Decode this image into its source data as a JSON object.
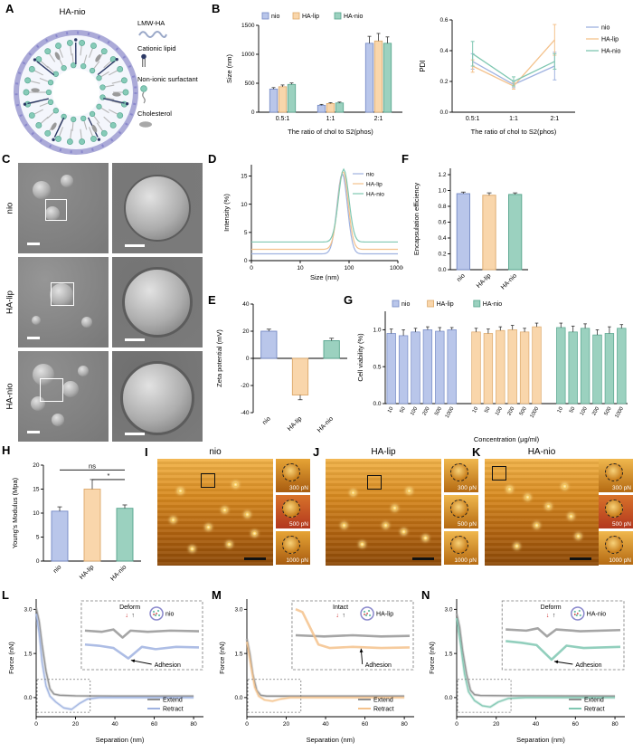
{
  "colors": {
    "nio_fill": "#b9c6ea",
    "nio_edge": "#7388c4",
    "nio_line": "#9fb2e0",
    "halip_fill": "#f9d6ab",
    "halip_edge": "#dca86a",
    "halip_line": "#f4c28c",
    "hanio_fill": "#9bd1bf",
    "hanio_edge": "#55a48c",
    "hanio_line": "#7fc7b1",
    "extend_line": "#8f8f8f"
  },
  "panels": {
    "A": {
      "label": "A",
      "title": "HA-nio",
      "legend": [
        "LMW-HA",
        "Cationic lipid",
        "Non-ionic surfactant",
        "Cholesterol"
      ]
    },
    "B": {
      "label": "B"
    },
    "C": {
      "label": "C",
      "rows": [
        "nio",
        "HA-lip",
        "HA-nio"
      ]
    },
    "D": {
      "label": "D"
    },
    "E": {
      "label": "E"
    },
    "F": {
      "label": "F"
    },
    "G": {
      "label": "G"
    },
    "H": {
      "label": "H"
    },
    "I": {
      "label": "I",
      "title": "nio",
      "insets": [
        "300 pN",
        "500 pN",
        "1000 pN"
      ]
    },
    "J": {
      "label": "J",
      "title": "HA-lip",
      "insets": [
        "300 pN",
        "500 pN",
        "1000 pN"
      ]
    },
    "K": {
      "label": "K",
      "title": "HA-nio",
      "insets": [
        "300 pN",
        "500 pN",
        "1000 pN"
      ]
    },
    "L": {
      "label": "L"
    },
    "M": {
      "label": "M"
    },
    "N": {
      "label": "N"
    }
  },
  "chart_data": [
    {
      "id": "chartB1",
      "type": "grouped_bar",
      "ylabel": "Size (nm)",
      "xlabel": "The ratio of chol to S2(phos)",
      "ylim": [
        0,
        1500
      ],
      "yticks": [
        0,
        500,
        1000,
        1500
      ],
      "ydp": null,
      "categories": [
        "0.5:1",
        "1:1",
        "2:1"
      ],
      "series": [
        {
          "name": "nio",
          "values": [
            400,
            120,
            1190
          ],
          "errors": [
            25,
            15,
            120
          ]
        },
        {
          "name": "HA-lip",
          "values": [
            440,
            150,
            1230
          ],
          "errors": [
            30,
            15,
            130
          ]
        },
        {
          "name": "HA-nio",
          "values": [
            480,
            160,
            1190
          ],
          "errors": [
            25,
            15,
            110
          ]
        }
      ]
    },
    {
      "id": "chartB2",
      "type": "line_points",
      "ylabel": "PDI",
      "xlabel": "The ratio of chol to S2(phos)",
      "ylim": [
        0,
        0.6
      ],
      "yticks": [
        0,
        0.2,
        0.4,
        0.6
      ],
      "ydp": 1,
      "categories": [
        "0.5:1",
        "1:1",
        "2:1"
      ],
      "series": [
        {
          "name": "nio",
          "values": [
            0.33,
            0.18,
            0.3
          ],
          "errors": [
            0.05,
            0.02,
            0.09
          ]
        },
        {
          "name": "HA-lip",
          "values": [
            0.3,
            0.17,
            0.47
          ],
          "errors": [
            0.04,
            0.02,
            0.1
          ]
        },
        {
          "name": "HA-nio",
          "values": [
            0.38,
            0.2,
            0.33
          ],
          "errors": [
            0.08,
            0.03,
            0.05
          ]
        }
      ]
    },
    {
      "id": "chartD",
      "type": "dls",
      "ylabel": "Intensity (%)",
      "xlabel": "Size (nm)",
      "ylim": [
        0,
        17
      ],
      "yticks": [
        0,
        5,
        10,
        15
      ],
      "ydp": null,
      "xticklabels": [
        "0",
        "10",
        "100",
        "10000"
      ],
      "series": [
        {
          "name": "nio",
          "baseline": 1.2,
          "amp": 14.2,
          "center": 0.62,
          "width": 0.05
        },
        {
          "name": "HA-lip",
          "baseline": 2.0,
          "amp": 13.8,
          "center": 0.625,
          "width": 0.05
        },
        {
          "name": "HA-nio",
          "baseline": 3.3,
          "amp": 12.9,
          "center": 0.63,
          "width": 0.05
        }
      ]
    },
    {
      "id": "chartE",
      "type": "bar",
      "ylabel": "Zeta potential (mV)",
      "ylim": [
        -40,
        40
      ],
      "yticks": [
        -40,
        -20,
        0,
        20,
        40
      ],
      "ydp": 0,
      "categories": [
        "nio",
        "HA-lip",
        "HA-nio"
      ],
      "values": [
        20,
        -27,
        13
      ],
      "errors": [
        1.5,
        3.5,
        1.8
      ]
    },
    {
      "id": "chartF",
      "type": "bar",
      "ylabel": "Encapsulation efficiency",
      "ylim": [
        0,
        1.28
      ],
      "yticks": [
        0,
        0.2,
        0.4,
        0.6,
        0.8,
        1.0,
        1.2
      ],
      "ydp": 1,
      "categories": [
        "nio",
        "HA-lip",
        "HA-nio"
      ],
      "values": [
        0.96,
        0.94,
        0.95
      ],
      "errors": [
        0.02,
        0.03,
        0.02
      ]
    },
    {
      "id": "chartG",
      "type": "conc_bar",
      "ylabel": "Cell viability (%)",
      "xlabel": "Concentration (μg/ml)",
      "ylim": [
        0,
        1.25
      ],
      "yticks": [
        0,
        0.5,
        1.0
      ],
      "ydp": 1,
      "categories": [
        "10",
        "50",
        "100",
        "200",
        "500",
        "1000"
      ],
      "series": [
        {
          "name": "nio",
          "values": [
            0.95,
            0.92,
            0.97,
            1.0,
            0.98,
            1.0
          ],
          "errors": [
            0.06,
            0.08,
            0.05,
            0.04,
            0.05,
            0.03
          ]
        },
        {
          "name": "HA-lip",
          "values": [
            0.97,
            0.95,
            0.99,
            1.0,
            0.97,
            1.04
          ],
          "errors": [
            0.05,
            0.06,
            0.05,
            0.06,
            0.05,
            0.05
          ]
        },
        {
          "name": "HA-nio",
          "values": [
            1.03,
            0.97,
            1.02,
            0.93,
            0.95,
            1.02
          ],
          "errors": [
            0.06,
            0.08,
            0.06,
            0.07,
            0.09,
            0.05
          ]
        }
      ]
    },
    {
      "id": "chartH",
      "type": "bar",
      "ylabel": "Young's Modulus (Mpa)",
      "ylim": [
        0,
        20
      ],
      "yticks": [
        0,
        5,
        10,
        15,
        20
      ],
      "ydp": 0,
      "categories": [
        "nio",
        "HA-lip",
        "HA-nio"
      ],
      "values": [
        10.4,
        15.0,
        11.0
      ],
      "errors": [
        0.9,
        2.0,
        0.7
      ],
      "sig": [
        {
          "from": 0,
          "to": 2,
          "label": "ns",
          "y": 19
        },
        {
          "from": 1,
          "to": 2,
          "label": "*",
          "y": 17
        }
      ]
    },
    {
      "id": "chartL",
      "type": "force",
      "ylabel": "Force (nN)",
      "xlabel": "Separation (nm)",
      "ylim": [
        -0.65,
        3.35
      ],
      "yticks": [
        0,
        1.5,
        3.0
      ],
      "xlim": [
        0,
        85
      ],
      "xticks": [
        0,
        20,
        40,
        60,
        80
      ],
      "retract_color_key": "nio_line",
      "particle": "nio",
      "inset_label": "Deform",
      "adhesion_label": "Adhesion",
      "legend": [
        "Extend",
        "Retract"
      ],
      "extend": [
        [
          0,
          3.05
        ],
        [
          1.5,
          2.6
        ],
        [
          3,
          1.8
        ],
        [
          5,
          0.9
        ],
        [
          7,
          0.3
        ],
        [
          9,
          0.12
        ],
        [
          12,
          0.08
        ],
        [
          20,
          0.06
        ],
        [
          40,
          0.05
        ],
        [
          80,
          0.05
        ]
      ],
      "retract": [
        [
          0,
          2.85
        ],
        [
          1.5,
          2.2
        ],
        [
          3,
          1.2
        ],
        [
          5,
          0.4
        ],
        [
          7,
          0.05
        ],
        [
          10,
          -0.15
        ],
        [
          14,
          -0.35
        ],
        [
          18,
          -0.4
        ],
        [
          22,
          -0.2
        ],
        [
          26,
          -0.05
        ],
        [
          32,
          0
        ],
        [
          50,
          0
        ],
        [
          80,
          0
        ]
      ],
      "inset_extend": [
        [
          0,
          0.42
        ],
        [
          0.15,
          0.44
        ],
        [
          0.25,
          0.4
        ],
        [
          0.33,
          0.54
        ],
        [
          0.4,
          0.42
        ],
        [
          0.55,
          0.44
        ],
        [
          0.75,
          0.42
        ],
        [
          1,
          0.43
        ]
      ],
      "inset_retract": [
        [
          0,
          0.66
        ],
        [
          0.12,
          0.68
        ],
        [
          0.25,
          0.72
        ],
        [
          0.38,
          0.9
        ],
        [
          0.5,
          0.7
        ],
        [
          0.62,
          0.74
        ],
        [
          0.8,
          0.7
        ],
        [
          1,
          0.71
        ]
      ],
      "dip": [
        0.38,
        0.9
      ]
    },
    {
      "id": "chartM",
      "type": "force",
      "ylabel": "Force (nN)",
      "xlabel": "Separation (nm)",
      "ylim": [
        -0.65,
        3.35
      ],
      "yticks": [
        0,
        1.5,
        3.0
      ],
      "xlim": [
        0,
        85
      ],
      "xticks": [
        0,
        20,
        40,
        60,
        80
      ],
      "retract_color_key": "halip_line",
      "particle": "HA-lip",
      "inset_label": "Intact",
      "adhesion_label": "Adhesion",
      "legend": [
        "Extend",
        "Retract"
      ],
      "extend": [
        [
          0,
          2.0
        ],
        [
          1.5,
          1.5
        ],
        [
          3,
          0.8
        ],
        [
          5,
          0.25
        ],
        [
          7,
          0.08
        ],
        [
          10,
          0.05
        ],
        [
          30,
          0.05
        ],
        [
          80,
          0.05
        ]
      ],
      "retract": [
        [
          0,
          1.9
        ],
        [
          2,
          1.1
        ],
        [
          4,
          0.35
        ],
        [
          6,
          0.05
        ],
        [
          9,
          -0.08
        ],
        [
          13,
          -0.12
        ],
        [
          17,
          -0.05
        ],
        [
          22,
          0
        ],
        [
          50,
          0
        ],
        [
          80,
          0
        ]
      ],
      "inset_extend": [
        [
          0,
          0.5
        ],
        [
          0.25,
          0.52
        ],
        [
          0.5,
          0.5
        ],
        [
          0.75,
          0.52
        ],
        [
          1,
          0.51
        ]
      ],
      "inset_retract": [
        [
          0,
          0.05
        ],
        [
          0.06,
          0.1
        ],
        [
          0.12,
          0.34
        ],
        [
          0.2,
          0.66
        ],
        [
          0.3,
          0.72
        ],
        [
          0.5,
          0.7
        ],
        [
          0.75,
          0.72
        ],
        [
          1,
          0.71
        ]
      ],
      "dip": [
        0.55,
        0.7
      ]
    },
    {
      "id": "chartN",
      "type": "force",
      "ylabel": "Force (nN)",
      "xlabel": "Separation (nm)",
      "ylim": [
        -0.65,
        3.35
      ],
      "yticks": [
        0,
        1.5,
        3.0
      ],
      "xlim": [
        0,
        85
      ],
      "xticks": [
        0,
        20,
        40,
        60,
        80
      ],
      "retract_color_key": "hanio_line",
      "particle": "HA-nio",
      "inset_label": "Deform",
      "adhesion_label": "Adhesion",
      "legend": [
        "Extend",
        "Retract"
      ],
      "extend": [
        [
          0,
          2.85
        ],
        [
          1.5,
          2.4
        ],
        [
          3,
          1.6
        ],
        [
          5,
          0.8
        ],
        [
          7,
          0.25
        ],
        [
          9,
          0.1
        ],
        [
          12,
          0.07
        ],
        [
          30,
          0.06
        ],
        [
          80,
          0.05
        ]
      ],
      "retract": [
        [
          0,
          2.7
        ],
        [
          2,
          1.8
        ],
        [
          4,
          0.8
        ],
        [
          6,
          0.2
        ],
        [
          9,
          -0.1
        ],
        [
          13,
          -0.28
        ],
        [
          17,
          -0.32
        ],
        [
          21,
          -0.15
        ],
        [
          26,
          -0.03
        ],
        [
          35,
          0
        ],
        [
          80,
          0
        ]
      ],
      "inset_extend": [
        [
          0,
          0.4
        ],
        [
          0.18,
          0.42
        ],
        [
          0.28,
          0.38
        ],
        [
          0.36,
          0.52
        ],
        [
          0.44,
          0.4
        ],
        [
          0.65,
          0.43
        ],
        [
          1,
          0.41
        ]
      ],
      "inset_retract": [
        [
          0,
          0.6
        ],
        [
          0.14,
          0.63
        ],
        [
          0.27,
          0.67
        ],
        [
          0.4,
          0.92
        ],
        [
          0.53,
          0.68
        ],
        [
          0.68,
          0.72
        ],
        [
          1,
          0.7
        ]
      ],
      "dip": [
        0.4,
        0.92
      ]
    }
  ]
}
